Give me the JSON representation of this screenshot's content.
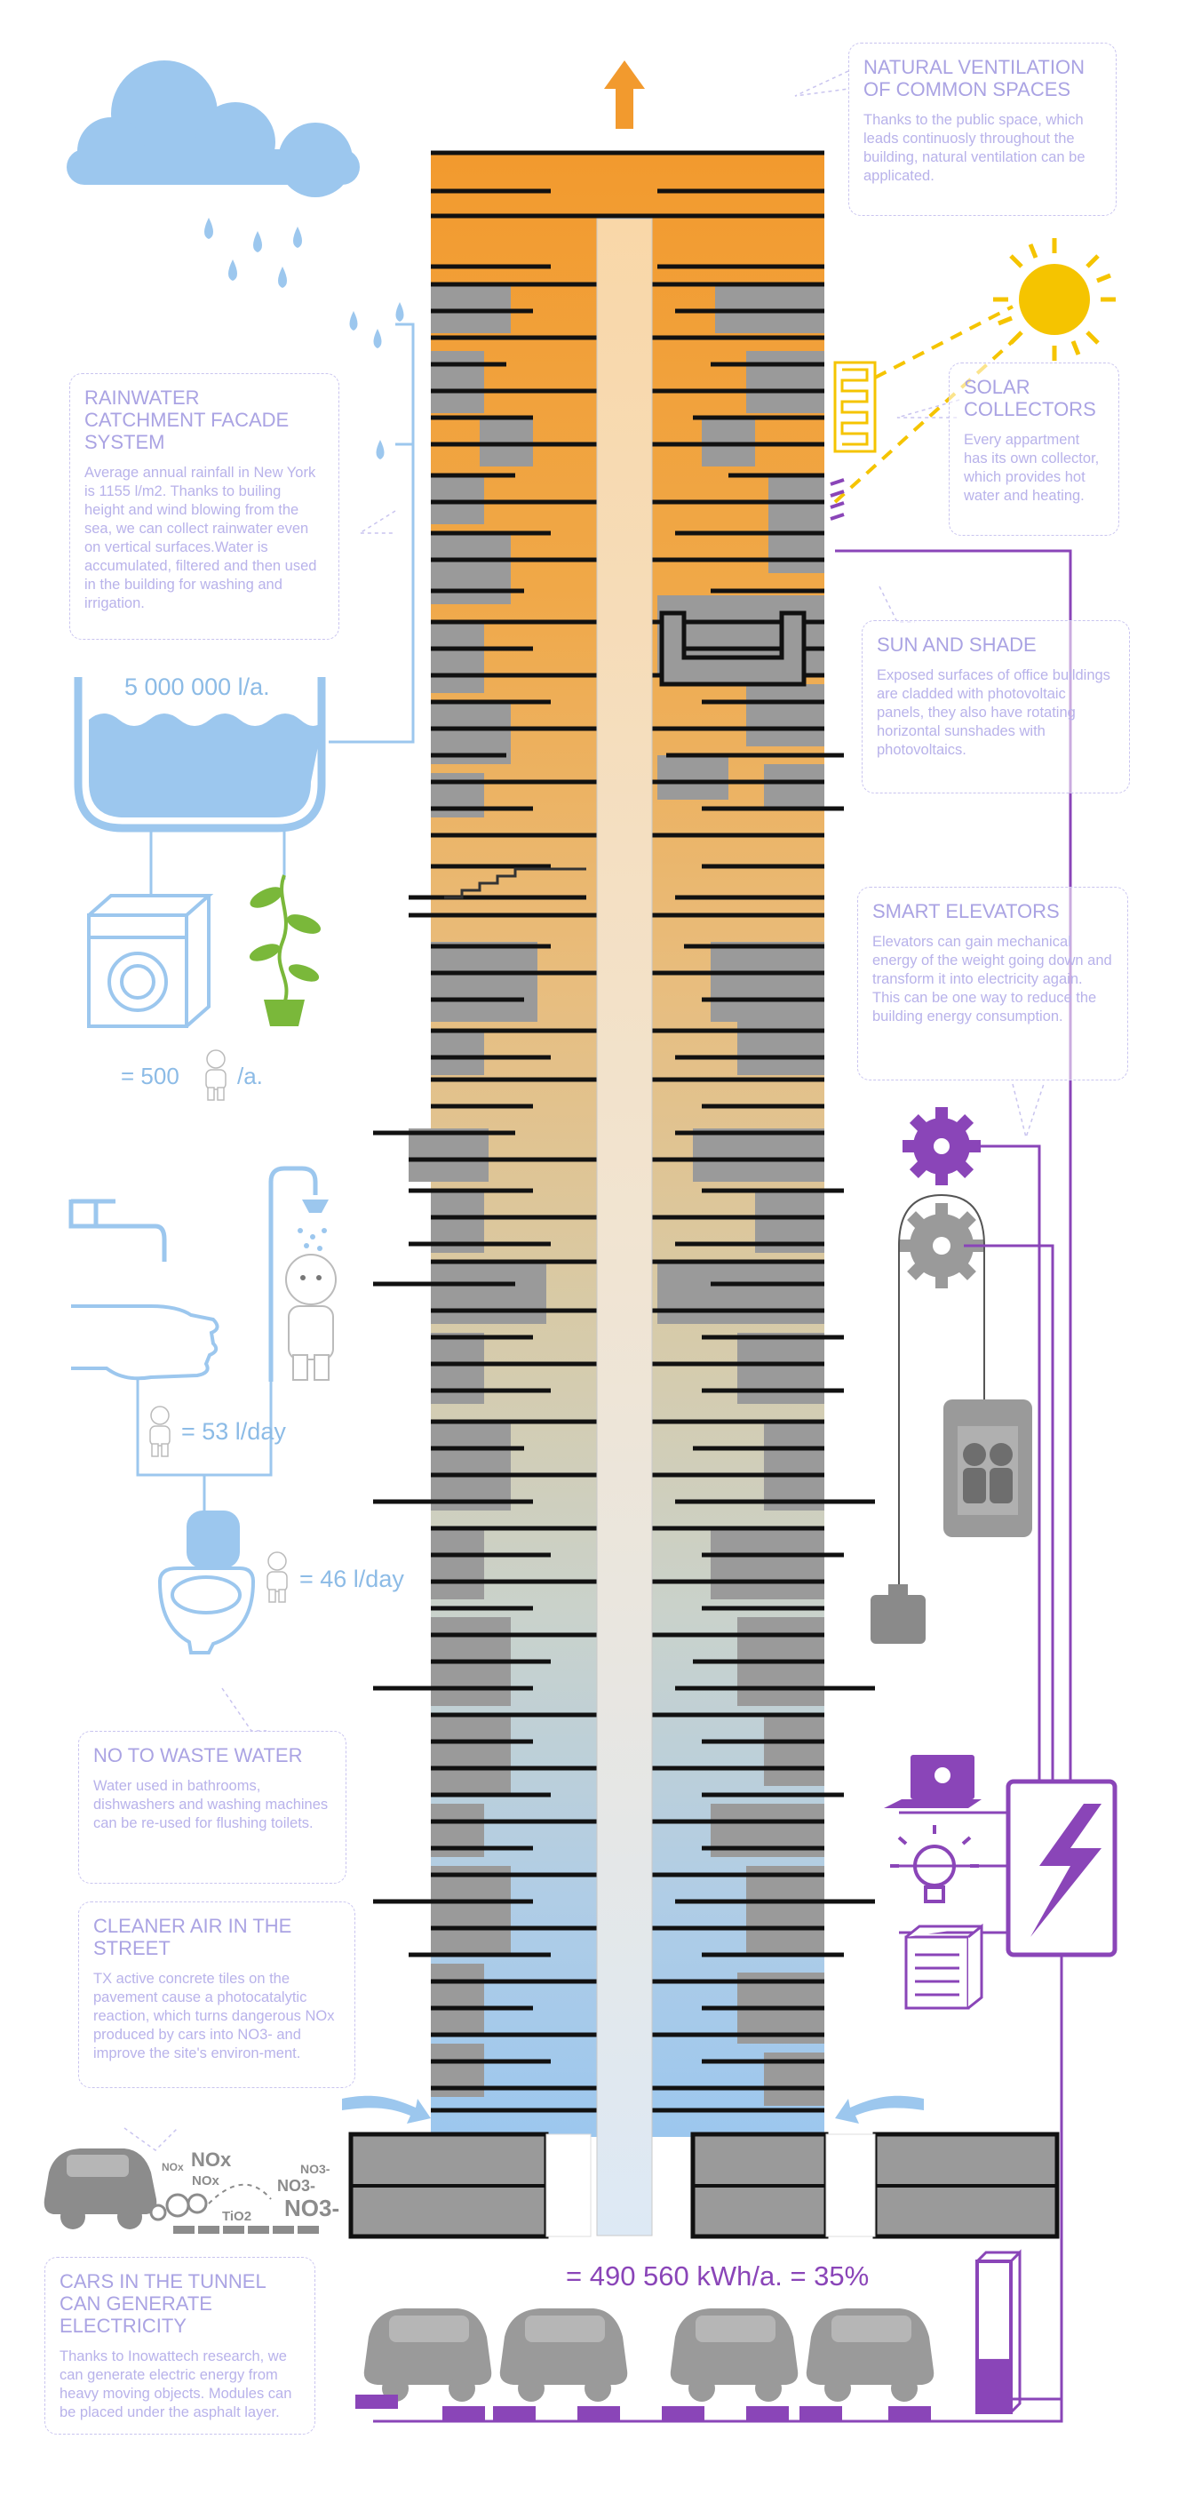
{
  "colors": {
    "orange": "#f29a2e",
    "blue": "#9cc7ee",
    "gray": "#9a9a9a",
    "purple": "#8a45b8",
    "yellow": "#f5c400",
    "green": "#7ab83a"
  },
  "notes": {
    "ventilation": {
      "title": "NATURAL VENTILATION OF COMMON SPACES",
      "body": "Thanks to the public space, which leads continuosly throughout the building, natural ventilation can be applicated."
    },
    "rainwater": {
      "title": "RAINWATER CATCHMENT FACADE SYSTEM",
      "body": "Average annual rainfall in New York is 1155 l/m2. Thanks to builing height and wind blowing from the sea, we can collect rainwater even on vertical surfaces.Water is accumulated, filtered and then used in the building for washing and irrigation."
    },
    "solar": {
      "title": "SOLAR COLLECTORS",
      "body": "Every appartment has its own collector, which provides hot water and heating."
    },
    "sun_shade": {
      "title": "SUN AND SHADE",
      "body": "Exposed surfaces of office buildings are cladded with photovoltaic panels, they also have rotating horizontal sunshades with photovoltaics."
    },
    "elevators": {
      "title": "SMART ELEVATORS",
      "body": "Elevators can gain mechanical energy of the weight going down and transform it into electricity again. This can be one way to reduce the building energy consumption."
    },
    "waste_water": {
      "title": "NO TO WASTE WATER",
      "body": "Water used in bathrooms, dishwashers and washing machines can be re-used for flushing toilets."
    },
    "cleaner_air": {
      "title": "CLEANER AIR IN THE STREET",
      "body": "TX active concrete tiles on the pavement cause a photocatalytic reaction, which turns dangerous NOx produced by cars into NO3- and improve the site's environ-ment."
    },
    "tunnel": {
      "title": "CARS IN THE TUNNEL CAN GENERATE ELECTRICITY",
      "body": "Thanks to Inowattech research, we can generate electric energy from heavy moving objects. Modules can be placed under the asphalt layer."
    }
  },
  "stats": {
    "tank": "5 000 000 l/a.",
    "washing_prefix": "= 500",
    "washing_suffix": "/a.",
    "shower": "= 53 l/day",
    "toilet": "= 46 l/day",
    "energy": "= 490 560 kWh/a. = 35%",
    "energy_fill": 0.35
  },
  "chemistry": {
    "nox_big": "NOx",
    "nox_small_1": "NOx",
    "nox_small_2": "NOx",
    "no3_small": "NO3-",
    "no3_mid": "NO3-",
    "no3_big": "NO3-",
    "tio2": "TiO2"
  }
}
